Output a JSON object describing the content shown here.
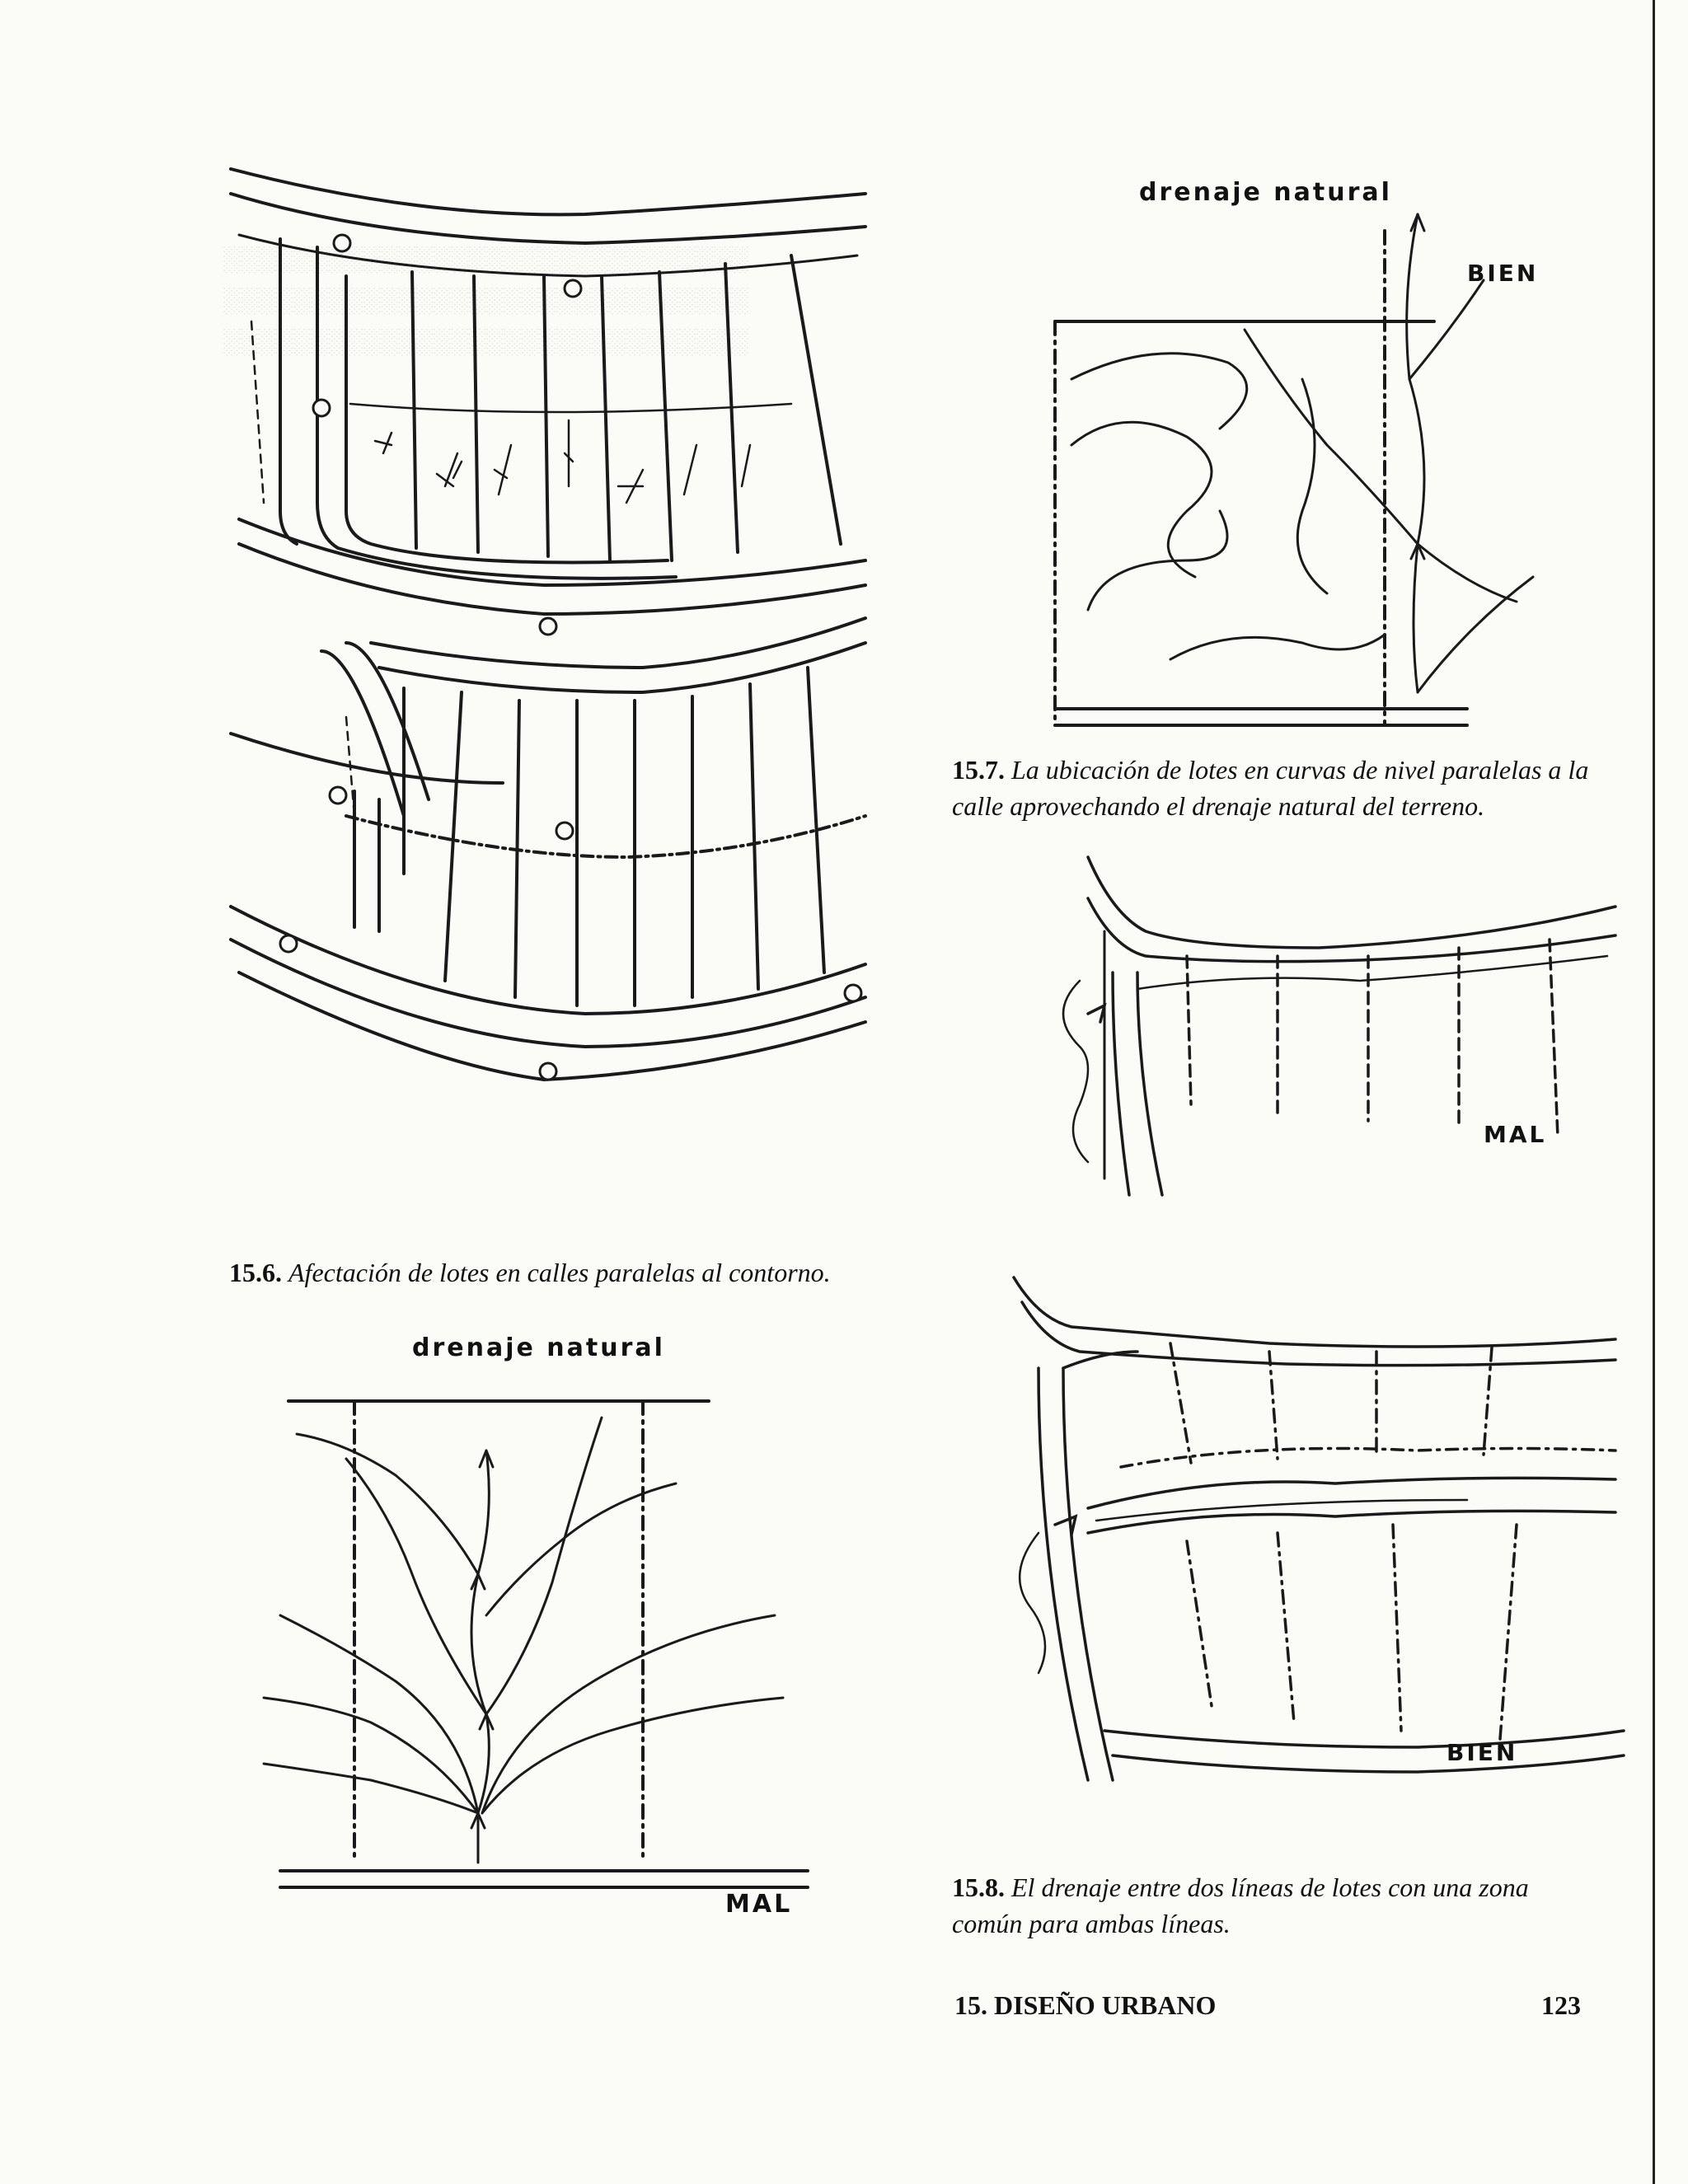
{
  "figures": {
    "fig_15_6": {
      "number": "15.6.",
      "caption": "Afectación de lotes en calles paralelas al contorno."
    },
    "fig_15_7": {
      "number": "15.7.",
      "caption": "La ubicación de lotes en curvas de nivel paralelas a la calle aprovechando el drenaje natural del terreno.",
      "label_top": "drenaje natural",
      "label_good": "BIEN",
      "label_bad": "MAL"
    },
    "fig_drenaje_mal": {
      "label_top": "drenaje natural",
      "label_bad": "MAL"
    },
    "fig_15_8": {
      "number": "15.8.",
      "caption": "El drenaje entre dos líneas de lotes con una zona común para ambas líneas.",
      "label_good": "BIEN"
    }
  },
  "footer": {
    "chapter": "15. DISEÑO URBANO",
    "page_number": "123"
  },
  "colors": {
    "ink": "#1a1a1a",
    "paper": "#fbfbf8"
  }
}
